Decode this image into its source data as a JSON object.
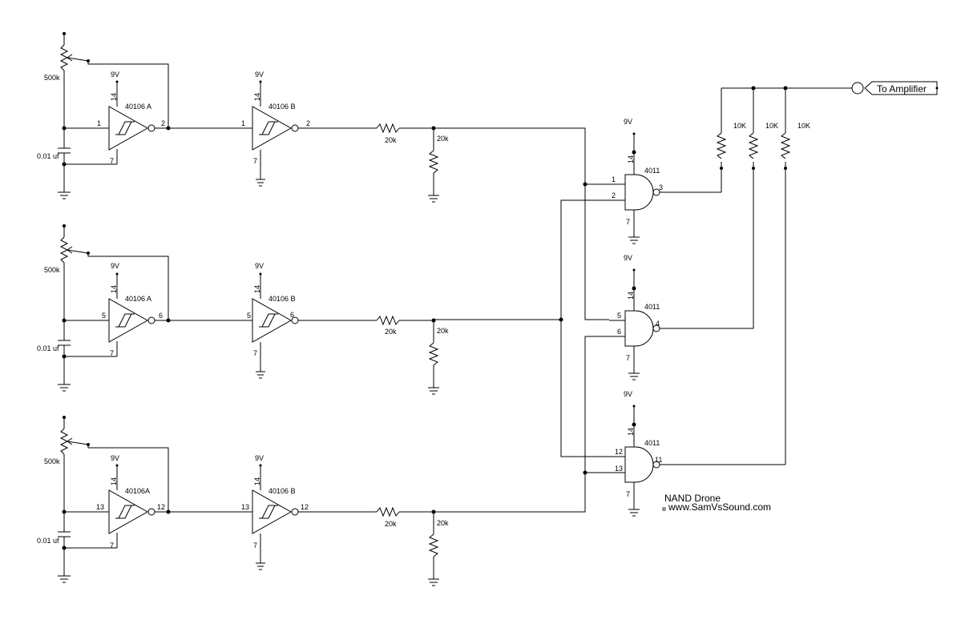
{
  "labels": {
    "pot": "500k",
    "cap": "0.01 uf",
    "supply": "9V",
    "pin_vdd": "14",
    "pin_gnd": "7",
    "gate_chip": "4011",
    "res_20k": "20k",
    "res_10k": "10K",
    "output": "To Amplifier"
  },
  "oscillators": [
    {
      "stage_a_label": "40106 A",
      "stage_b_label": "40106 B",
      "a_in": "1",
      "a_out": "2",
      "b_in": "1",
      "b_out": "2"
    },
    {
      "stage_a_label": "40106  A",
      "stage_b_label": "40106  B",
      "a_in": "5",
      "a_out": "6",
      "b_in": "5",
      "b_out": "6"
    },
    {
      "stage_a_label": "40106A",
      "stage_b_label": "40106 B",
      "a_in": "13",
      "a_out": "12",
      "b_in": "13",
      "b_out": "12"
    }
  ],
  "nand_gates": [
    {
      "in1": "1",
      "in2": "2",
      "out": "3"
    },
    {
      "in1": "5",
      "in2": "6",
      "out": "4"
    },
    {
      "in1": "12",
      "in2": "13",
      "out": "11"
    }
  ],
  "credit": {
    "title": "NAND Drone",
    "site": "www.SamVsSound.com"
  }
}
